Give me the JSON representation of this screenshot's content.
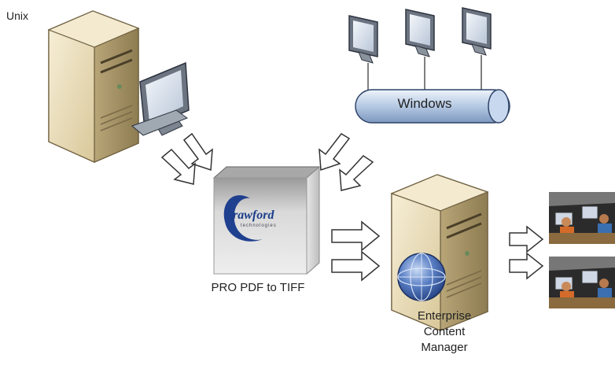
{
  "nodes": {
    "unix": {
      "label": "Unix"
    },
    "windows": {
      "label": "Windows"
    },
    "product": {
      "label": "PRO PDF to TIFF",
      "logo_text": "rawford",
      "logo_subtext": "technologies"
    },
    "ecm": {
      "label_lines": [
        "Enterprise",
        "Content",
        "Manager"
      ]
    }
  },
  "colors": {
    "server_body": "#d8c9a0",
    "server_front": "#efe4c4",
    "pipe": "#b8cde6",
    "box": "#cfcfcf",
    "globe": "#3a5ea8",
    "arrow_stroke": "#333333"
  },
  "icons": [
    "server-icon",
    "monitor-icon",
    "network-pipe-icon",
    "software-box-icon",
    "globe-icon",
    "office-workers-icon",
    "arrow-icon"
  ]
}
